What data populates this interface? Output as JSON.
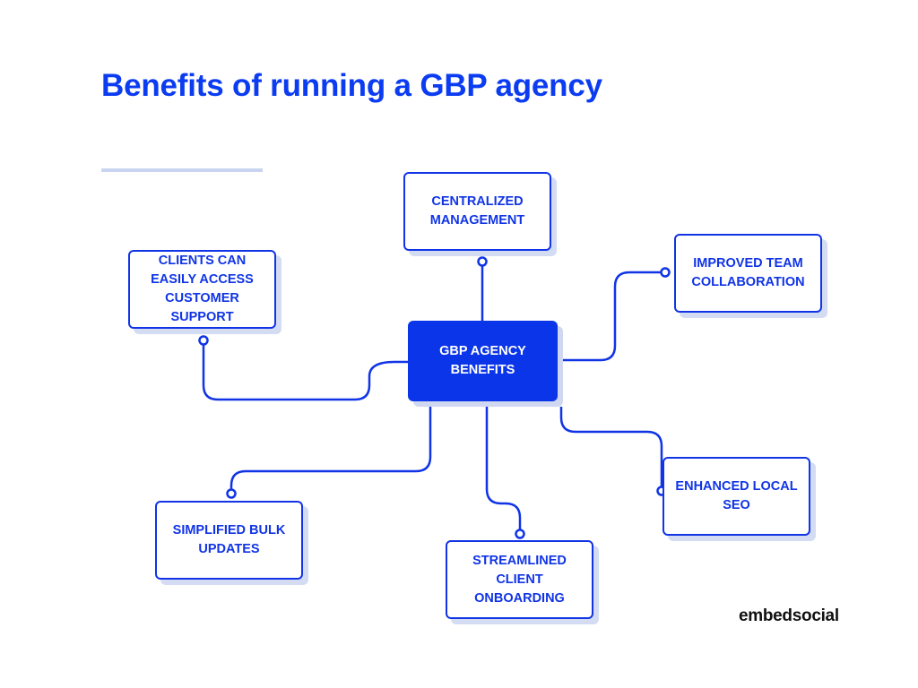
{
  "title": "Benefits of running a GBP agency",
  "center": "GBP AGENCY BENEFITS",
  "nodes": {
    "centralized": "CENTRALIZED MANAGEMENT",
    "clients_support": "CLIENTS CAN EASILY ACCESS CUSTOMER SUPPORT",
    "team_collab": "IMPROVED TEAM COLLABORATION",
    "local_seo": "ENHANCED LOCAL SEO",
    "bulk_updates": "SIMPLIFIED BULK UPDATES",
    "onboarding": "STREAMLINED CLIENT ONBOARDING"
  },
  "logo": "embedsocial",
  "colors": {
    "accent": "#1034e6",
    "center_fill": "#0b35e8",
    "shadow": "#d3dcf2",
    "divider": "#c8d4f0"
  }
}
